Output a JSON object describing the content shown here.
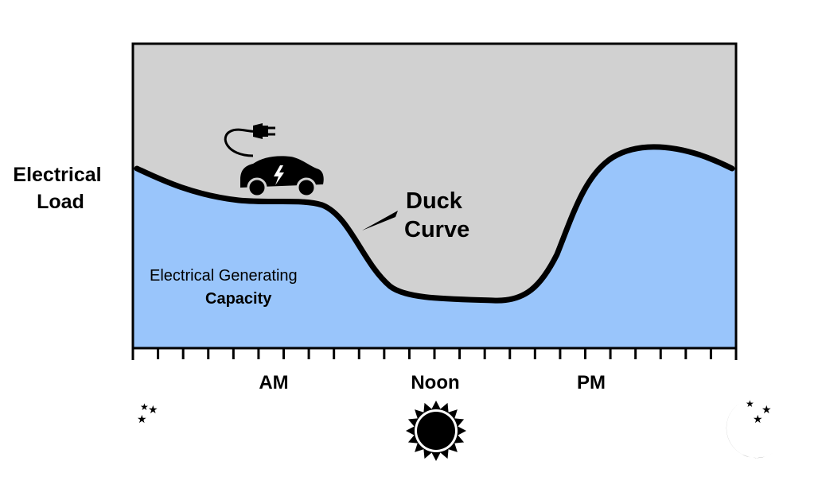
{
  "y_label": [
    "Electrical",
    "Load"
  ],
  "curve_label": [
    "Duck",
    "Curve"
  ],
  "area_label": [
    "Electrical Generating",
    "Capacity"
  ],
  "x_labels": {
    "am": "AM",
    "noon": "Noon",
    "pm": "PM"
  },
  "icons": {
    "left": "moon-stars-icon",
    "center": "sun-icon",
    "right": "moon-stars-icon",
    "vehicle": "electric-car-plug-icon"
  },
  "colors": {
    "load_area": "#d1d1d1",
    "capacity_area": "#99c5fb",
    "curve": "#000000"
  }
}
